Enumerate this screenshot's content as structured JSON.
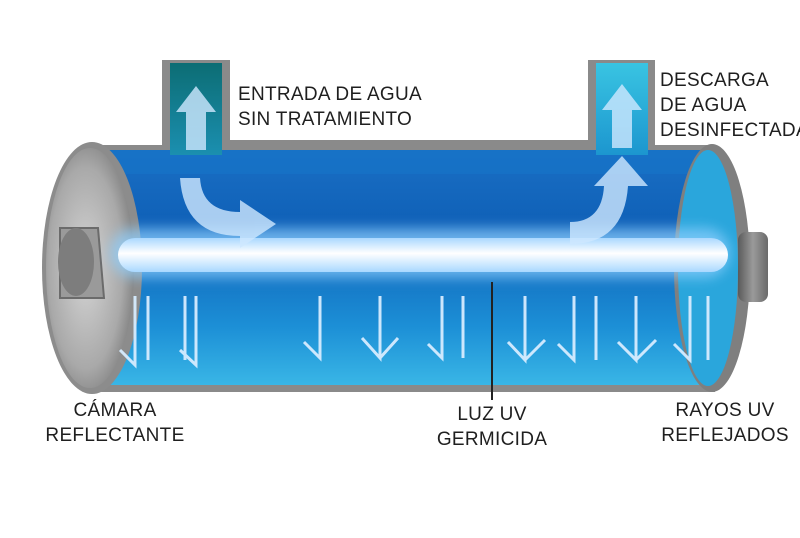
{
  "labels": {
    "inlet": {
      "line1": "ENTRADA DE AGUA",
      "line2": "SIN TRATAMIENTO"
    },
    "outlet": {
      "line1": "DESCARGA",
      "line2": "DE AGUA",
      "line3": "DESINFECTADA"
    },
    "chamber": {
      "line1": "CÁMARA",
      "line2": "REFLECTANTE"
    },
    "lamp": {
      "line1": "LUZ UV",
      "line2": "GERMICIDA"
    },
    "rays": {
      "line1": "RAYOS UV",
      "line2": "REFLEJADOS"
    }
  },
  "colors": {
    "water_dark": "#0b5fb0",
    "water_light": "#2fb3e3",
    "pipe_wall": "#8a8a8a",
    "lamp_glow": "#e8f4ff",
    "arrow": "#d9ecff"
  }
}
